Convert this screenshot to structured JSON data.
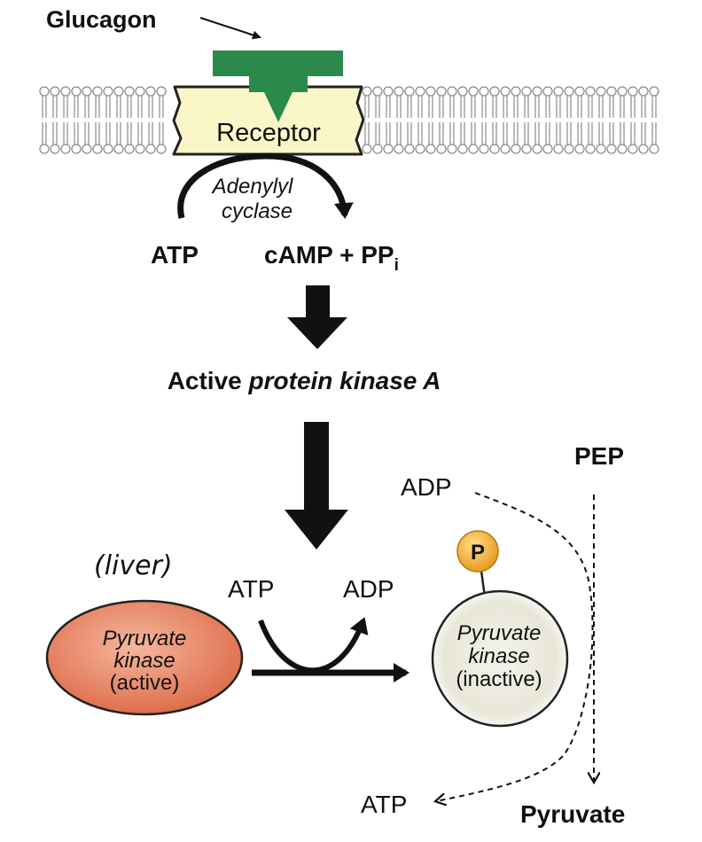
{
  "labels": {
    "glucagon": "Glucagon",
    "receptor": "Receptor",
    "adenylyl": "Adenylyl",
    "cyclase": "cyclase",
    "atp_top": "ATP",
    "camp_pp": "cAMP + PP",
    "pp_subscript": "i",
    "active_prefix": "Active ",
    "active_italic": "protein kinase A",
    "pep": "PEP",
    "adp_right": "ADP",
    "phosphate": "P",
    "liver": "(liver)",
    "atp_mid": "ATP",
    "adp_mid": "ADP",
    "pk_active_line1": "Pyruvate",
    "pk_active_line2": "kinase",
    "pk_active_line3": "(active)",
    "pk_inactive_line1": "Pyruvate",
    "pk_inactive_line2": "kinase",
    "pk_inactive_line3": "(inactive)",
    "atp_bottom": "ATP",
    "pyruvate": "Pyruvate"
  },
  "colors": {
    "receptor_fill": "#fbf6c8",
    "glucagon_block": "#2b8a4b",
    "membrane": "#8c8c8c",
    "pk_active": "#e27a58",
    "phosphate": "#f2b233",
    "pk_inactive_bg": "#f4f3ea",
    "arrow": "#111111"
  }
}
